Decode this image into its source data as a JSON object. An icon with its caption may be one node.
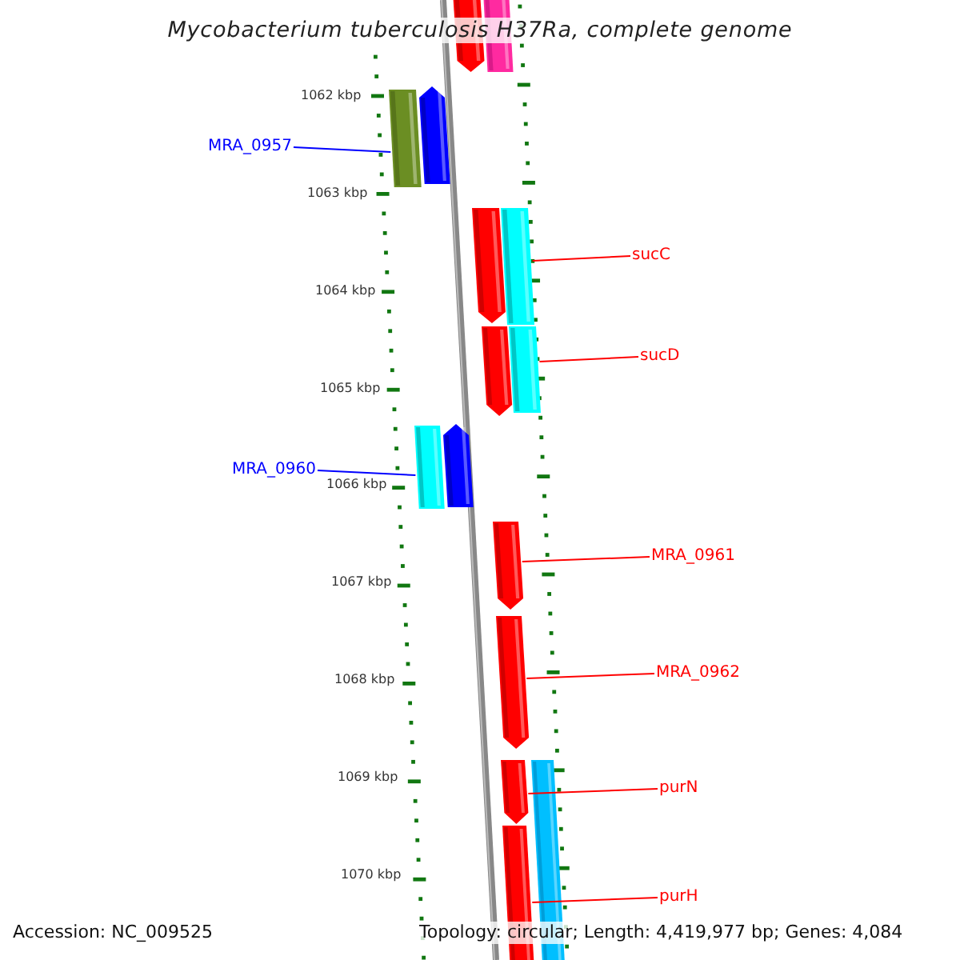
{
  "diagram": {
    "title": "Mycobacterium tuberculosis H37Ra, complete genome",
    "nodes": [
      {
        "text": [],
        "shape": "bar"
      },
      {
        "text": [],
        "shape": "bar"
      },
      {
        "text": [],
        "shape": "bar"
      },
      {
        "text": [],
        "shape": "bar"
      },
      {
        "text": [],
        "shape": "bar"
      },
      {
        "text": [],
        "shape": "bar"
      },
      {
        "text": [],
        "shape": "bar"
      },
      {
        "text": [],
        "shape": "bar"
      },
      {
        "text": [],
        "shape": "bar"
      },
      {
        "text": [],
        "shape": "bar"
      },
      {
        "text": [],
        "shape": "bar"
      },
      {
        "text": [],
        "shape": "bar"
      },
      {
        "text": [],
        "shape": "bar"
      },
      {
        "text": [],
        "shape": "bar"
      },
      {
        "text": [],
        "shape": "bar"
      },
      {
        "text": [
          "MRA_0957"
        ]
      },
      {
        "text": [
          "sucC"
        ]
      },
      {
        "text": [
          "sucD"
        ]
      },
      {
        "text": [
          "MRA_0960"
        ]
      },
      {
        "text": [
          "MRA_0961"
        ]
      },
      {
        "text": [
          "MRA_0962"
        ]
      },
      {
        "text": [
          "purN"
        ]
      },
      {
        "text": [
          "purH"
        ]
      }
    ],
    "edges": [
      {
        "from": 15,
        "to": 2,
        "arrow": "none",
        "color": "#0000ff"
      },
      {
        "from": 16,
        "to": 5,
        "arrow": "none"
      },
      {
        "from": 17,
        "to": 7,
        "arrow": "none"
      },
      {
        "from": 18,
        "to": 8,
        "arrow": "none",
        "color": "#0000ff"
      },
      {
        "from": 19,
        "to": 10,
        "arrow": "none"
      },
      {
        "from": 20,
        "to": 11,
        "arrow": "none"
      },
      {
        "from": 21,
        "to": 12,
        "arrow": "none"
      },
      {
        "from": 22,
        "to": 14,
        "arrow": "none"
      }
    ],
    "labels": [
      "1062 kbp",
      "1063 kbp",
      "1064 kbp",
      "1065 kbp",
      "1066 kbp",
      "1067 kbp",
      "1068 kbp",
      "1069 kbp",
      "1070 kbp",
      "Accession: NC_009525",
      "Topology: circular; Length: 4,419,977 bp; Genes: 4,084"
    ]
  }
}
